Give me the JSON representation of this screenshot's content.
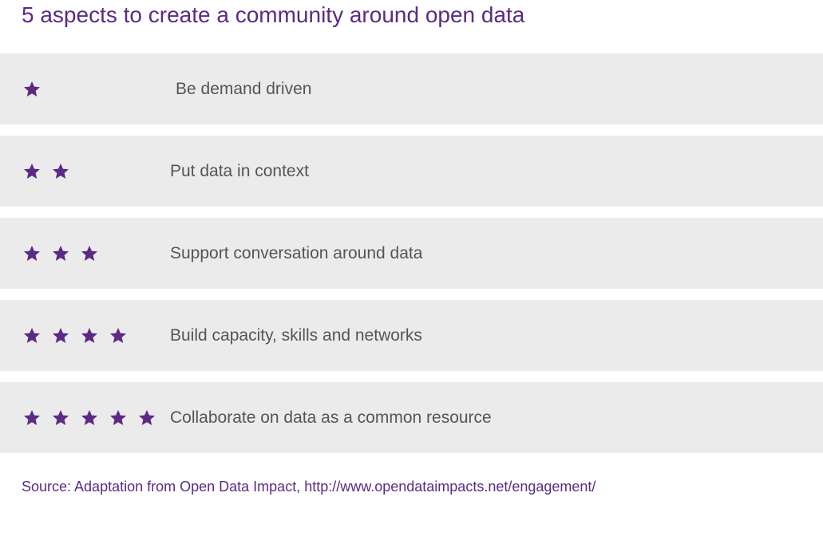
{
  "title": "5 aspects to create a community around open data",
  "accent_color": "#5b2a86",
  "row_background": "#ebebeb",
  "star_icon": "star-icon",
  "rows": [
    {
      "stars": 1,
      "label": "Be demand driven"
    },
    {
      "stars": 2,
      "label": "Put data in context"
    },
    {
      "stars": 3,
      "label": "Support conversation around data"
    },
    {
      "stars": 4,
      "label": "Build capacity, skills and networks"
    },
    {
      "stars": 5,
      "label": "Collaborate on data as a common resource"
    }
  ],
  "source": "Source: Adaptation from Open Data Impact, http://www.opendataimpacts.net/engagement/"
}
